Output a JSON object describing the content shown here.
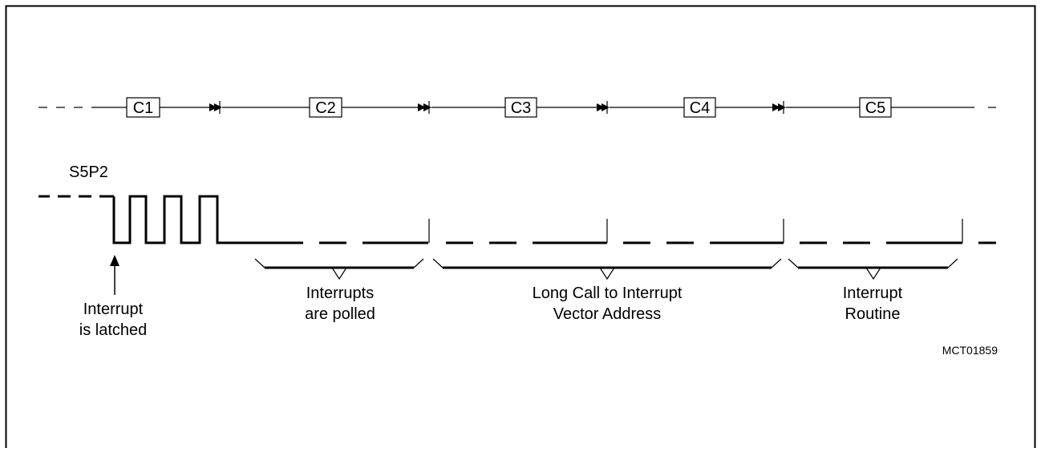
{
  "cycles": [
    {
      "label": "C1"
    },
    {
      "label": "C2"
    },
    {
      "label": "C3"
    },
    {
      "label": "C4"
    },
    {
      "label": "C5"
    }
  ],
  "signal": {
    "label": "S5P2"
  },
  "annotations": {
    "latch": {
      "line1": "Interrupt",
      "line2": "is latched"
    },
    "polled": {
      "line1": "Interrupts",
      "line2": "are polled"
    },
    "long_call": {
      "line1": "Long Call to Interrupt",
      "line2": "Vector Address"
    },
    "routine": {
      "line1": "Interrupt",
      "line2": "Routine"
    }
  },
  "figure_id": "MCT01859"
}
